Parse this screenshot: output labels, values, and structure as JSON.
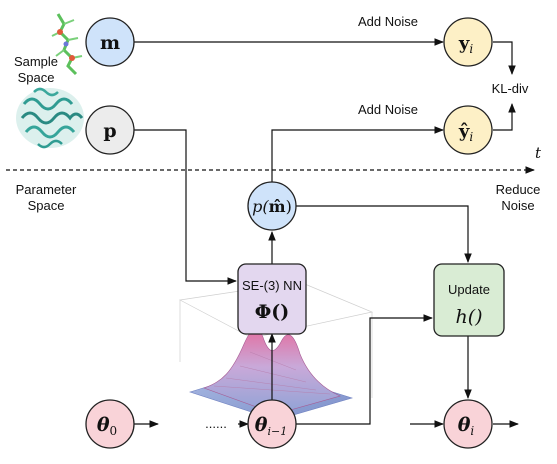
{
  "diagram": {
    "sample_space_label_line1": "Sample",
    "sample_space_label_line2": "Space",
    "parameter_space_label_line1": "Parameter",
    "parameter_space_label_line2": "Space",
    "time_label": "t",
    "nodes": {
      "m": "m",
      "p": "p",
      "y_i": "y",
      "y_i_sub": "i",
      "y_hat_i": "ŷ",
      "y_hat_i_sub": "i",
      "p_m_hat_pre": "p(",
      "p_m_hat_var": "m̂",
      "p_m_hat_post": ")",
      "theta_0": "θ",
      "theta_0_sub": "0",
      "theta_i_minus_1": "θ",
      "theta_i_minus_1_sub": "i−1",
      "theta_i": "θ",
      "theta_i_sub": "i"
    },
    "edge_labels": {
      "add_noise_top": "Add Noise",
      "add_noise_mid": "Add Noise",
      "kl_div": "KL-div",
      "reduce_noise_line1": "Reduce",
      "reduce_noise_line2": "Noise"
    },
    "boxes": {
      "se3_title": "SE-(3) NN",
      "se3_func": "Φ()",
      "update_title": "Update",
      "update_func": "h()"
    },
    "ellipsis": "......",
    "colors": {
      "blue_node": "#cfe3fa",
      "grey_node": "#ececec",
      "yellow_node": "#fdf0c6",
      "red_node": "#f9d3d8",
      "purple_box": "#e3d7ef",
      "green_box": "#d9ecd4",
      "node_stroke": "#222222"
    }
  }
}
